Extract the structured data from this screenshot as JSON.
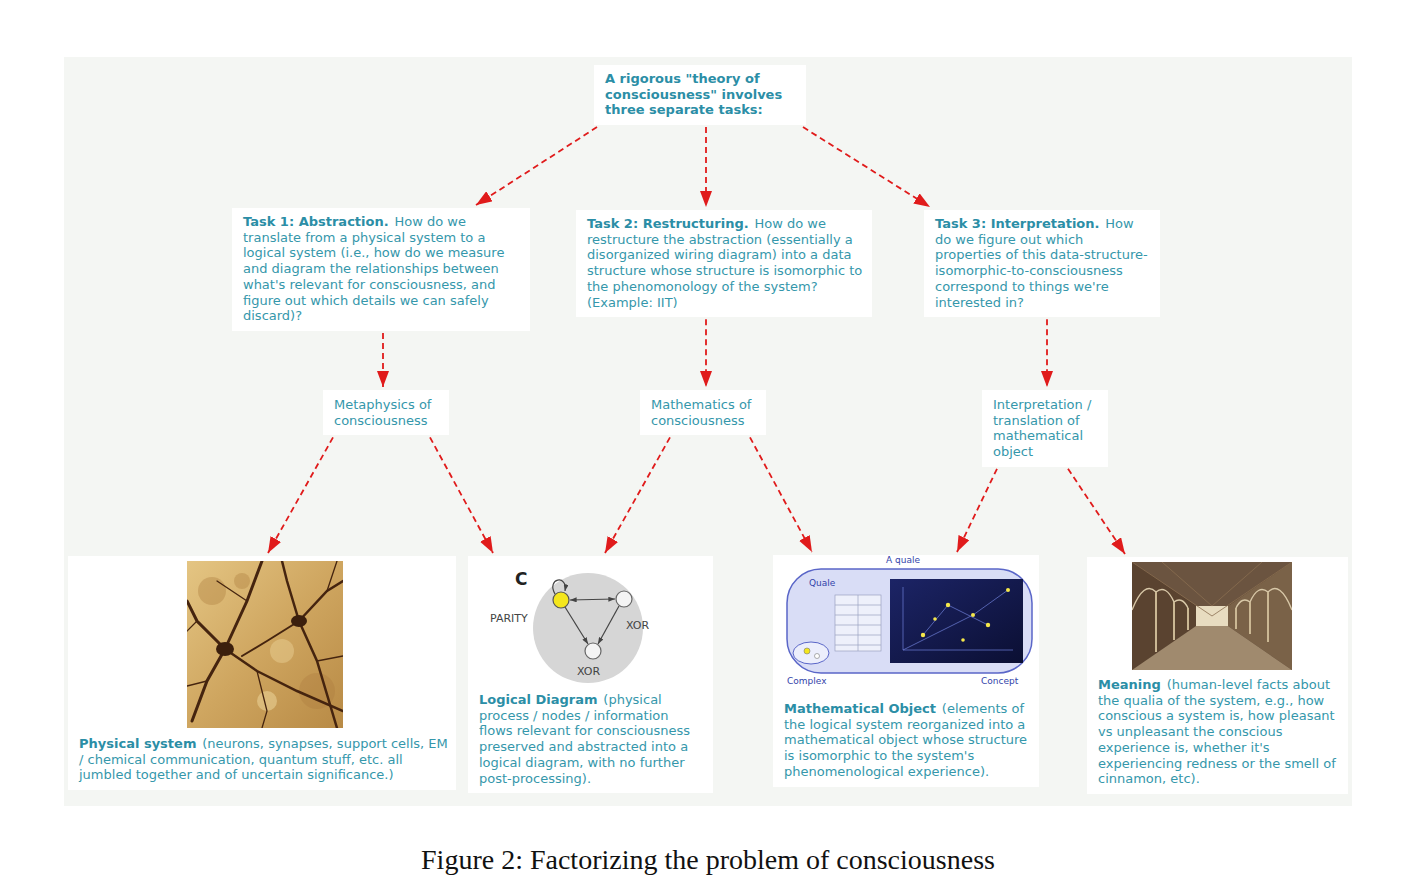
{
  "diagram": {
    "caption": "Figure 2: Factorizing the problem of consciousness",
    "nodes": [
      {
        "text": [
          "A rigorous \"theory of consciousness\" involves three separate tasks:"
        ]
      },
      {
        "text": [
          "Task 1: Abstraction.",
          "How do we translate from a physical system to a logical system (i.e., how do we measure and diagram the relationships between what's relevant for consciousness, and figure out which details we can safely discard)?"
        ]
      },
      {
        "text": [
          "Task 2: Restructuring.",
          "How do we restructure the abstraction (essentially a disorganized wiring diagram) into a data structure whose structure is isomorphic to the phenomonology of the system? (Example: IIT)"
        ]
      },
      {
        "text": [
          "Task 3: Interpretation.",
          "How do we figure out which properties of this data-structure-isomorphic-to-consciousness correspond to things we're interested in?"
        ]
      },
      {
        "text": [
          "Metaphysics of consciousness"
        ]
      },
      {
        "text": [
          "Mathematics of consciousness"
        ]
      },
      {
        "text": [
          "Interpretation / translation of mathematical object"
        ]
      },
      {
        "text": [
          "Physical system",
          "(neurons, synapses, support cells, EM / chemical communication, quantum stuff, etc. all jumbled together and of uncertain significance.)"
        ]
      },
      {
        "text": [
          "Logical Diagram",
          "(physical process / nodes / information flows relevant for consciousness preserved and abstracted into a logical diagram, with no further post-processing)."
        ]
      },
      {
        "text": [
          "Mathematical Object",
          "(elements of the logical system reorganized into a mathematical object whose structure is isomorphic to the system's phenomenological experience)."
        ]
      },
      {
        "text": [
          "Meaning",
          "(human-level facts about the qualia of the system, e.g., how conscious a system is, how pleasant vs unpleasant the conscious experience is, whether it's experiencing redness or the smell of cinnamon, etc)."
        ]
      }
    ],
    "edges": [
      {
        "from": 0,
        "to": 1,
        "arrow": "to"
      },
      {
        "from": 0,
        "to": 2,
        "arrow": "to"
      },
      {
        "from": 0,
        "to": 3,
        "arrow": "to"
      },
      {
        "from": 1,
        "to": 4,
        "arrow": "to"
      },
      {
        "from": 2,
        "to": 5,
        "arrow": "to"
      },
      {
        "from": 3,
        "to": 6,
        "arrow": "to"
      },
      {
        "from": 4,
        "to": 7,
        "arrow": "to"
      },
      {
        "from": 4,
        "to": 8,
        "arrow": "to"
      },
      {
        "from": 5,
        "to": 8,
        "arrow": "to"
      },
      {
        "from": 5,
        "to": 9,
        "arrow": "to"
      },
      {
        "from": 6,
        "to": 9,
        "arrow": "to"
      },
      {
        "from": 6,
        "to": 10,
        "arrow": "to"
      }
    ],
    "labels": [
      "C",
      "PARITY",
      "XOR",
      "XOR",
      "A quale",
      "Quale",
      "Complex",
      "Concept"
    ]
  }
}
